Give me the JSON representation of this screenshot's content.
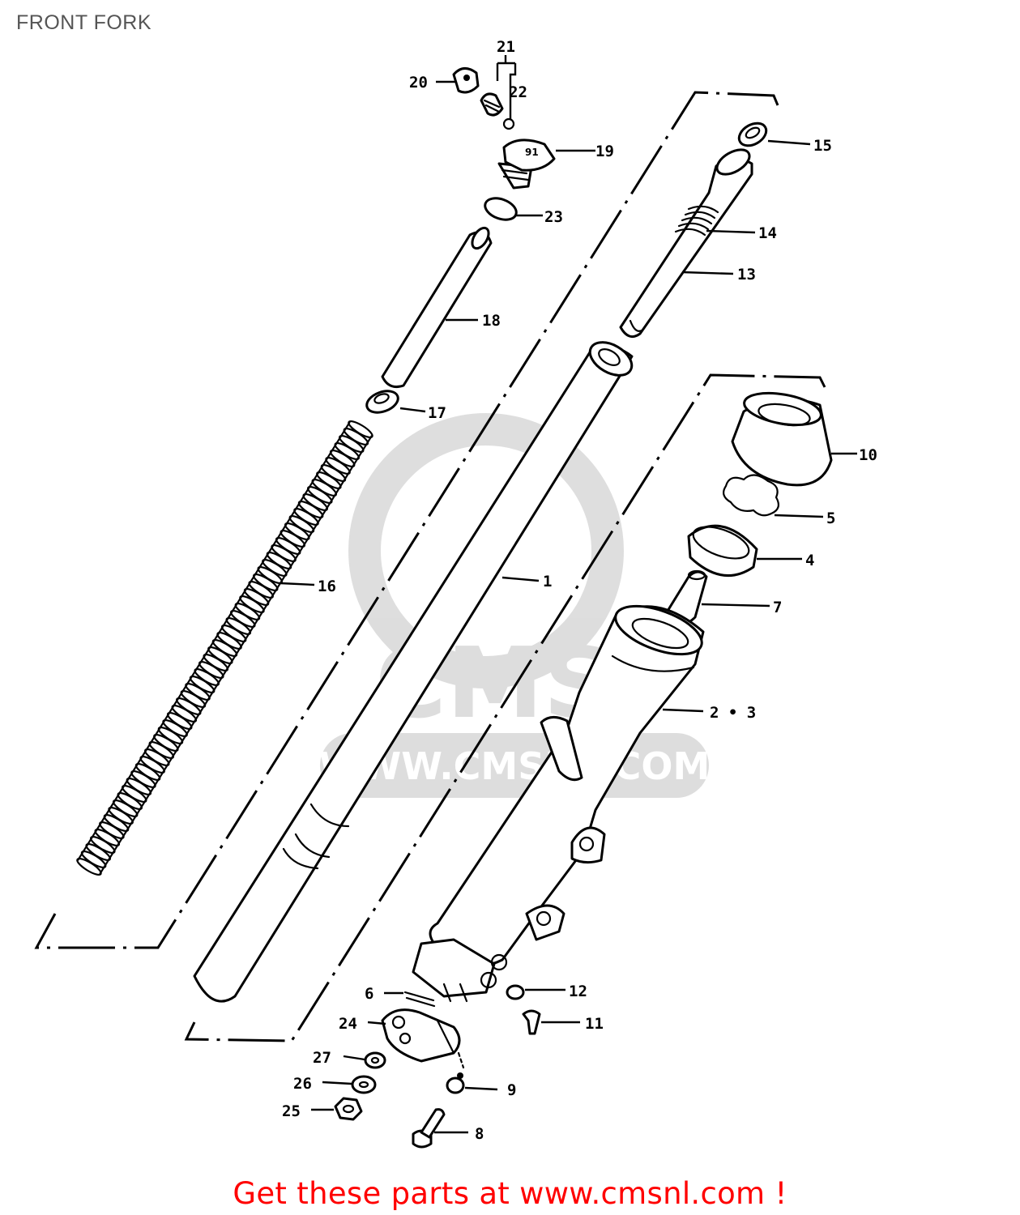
{
  "title": "FRONT FORK",
  "watermark_text": "WWW.CMSNL.COM",
  "watermark_logo": "CMS",
  "callout_text": "Get these parts at www.cmsnl.com !",
  "accent_color": "#ff0000",
  "callouts": [
    {
      "id": "1",
      "label": "1",
      "part": "inner-tube"
    },
    {
      "id": "2-3",
      "label": "2 • 3",
      "part": "outer-tube"
    },
    {
      "id": "4",
      "label": "4",
      "part": "oil-seal"
    },
    {
      "id": "5",
      "label": "5",
      "part": "stopper-ring"
    },
    {
      "id": "6",
      "label": "6",
      "part": "stud-bolt"
    },
    {
      "id": "7",
      "label": "7",
      "part": "cylinder"
    },
    {
      "id": "8",
      "label": "8",
      "part": "bolt"
    },
    {
      "id": "9",
      "label": "9",
      "part": "gasket"
    },
    {
      "id": "10",
      "label": "10",
      "part": "dust-boot"
    },
    {
      "id": "11",
      "label": "11",
      "part": "drain-screw"
    },
    {
      "id": "12",
      "label": "12",
      "part": "drain-gasket"
    },
    {
      "id": "13",
      "label": "13",
      "part": "damper-rod"
    },
    {
      "id": "14",
      "label": "14",
      "part": "rebound-spring"
    },
    {
      "id": "15",
      "label": "15",
      "part": "piston-ring"
    },
    {
      "id": "16",
      "label": "16",
      "part": "fork-spring"
    },
    {
      "id": "17",
      "label": "17",
      "part": "spring-seat"
    },
    {
      "id": "18",
      "label": "18",
      "part": "spacer"
    },
    {
      "id": "19",
      "label": "19",
      "part": "cap-bolt"
    },
    {
      "id": "20",
      "label": "20",
      "part": "air-valve-cap"
    },
    {
      "id": "21",
      "label": "21",
      "part": "air-valve-assy"
    },
    {
      "id": "22",
      "label": "22",
      "part": "o-ring-small"
    },
    {
      "id": "23",
      "label": "23",
      "part": "o-ring"
    },
    {
      "id": "24",
      "label": "24",
      "part": "axle-holder"
    },
    {
      "id": "25",
      "label": "25",
      "part": "nut"
    },
    {
      "id": "26",
      "label": "26",
      "part": "spring-washer"
    },
    {
      "id": "27",
      "label": "27",
      "part": "washer"
    }
  ]
}
